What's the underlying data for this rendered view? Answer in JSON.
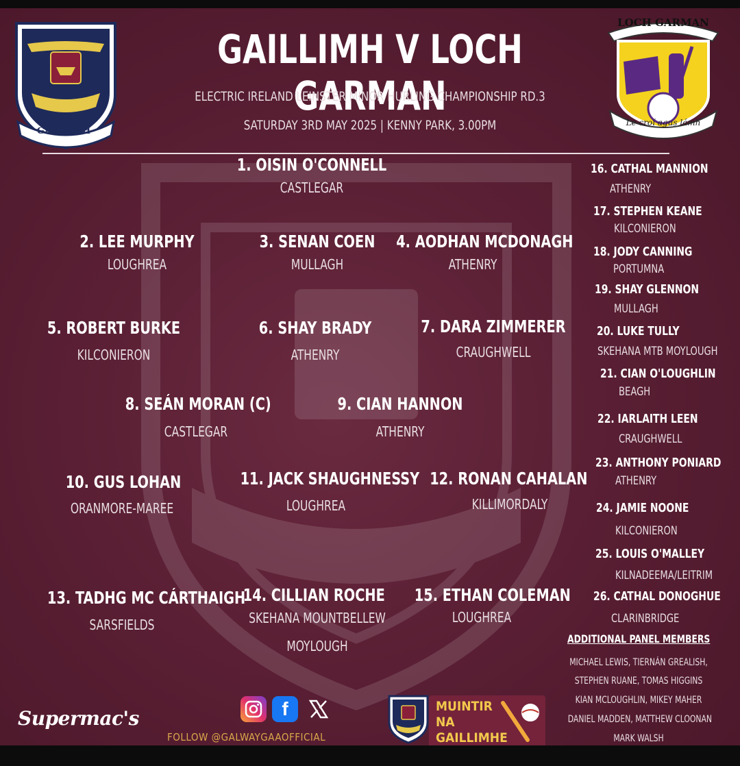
{
  "header": {
    "title": "GAILLIMH V LOCH GARMAN",
    "competition": "ELECTRIC IRELAND LEINSTER MINOR HURLING CHAMPIONSHIP RD.3",
    "fixture": "SATURDAY 3RD MAY 2025 | KENNY PARK, 3.00PM"
  },
  "crests": {
    "galway_text": "GAILLIMH",
    "galway_gaa": "GAA",
    "wexford_top": "LOCH GARMAN",
    "wexford_motto": "Le croí agus lámh"
  },
  "starting_team": [
    {
      "name": "1. OISIN O'CONNELL",
      "club": "CASTLEGAR"
    },
    {
      "name": "2. LEE MURPHY",
      "club": "LOUGHREA"
    },
    {
      "name": "3. SENAN COEN",
      "club": "MULLAGH"
    },
    {
      "name": "4. AODHAN MCDONAGH",
      "club": "ATHENRY"
    },
    {
      "name": "5. ROBERT BURKE",
      "club": "KILCONIERON"
    },
    {
      "name": "6. SHAY BRADY",
      "club": "ATHENRY"
    },
    {
      "name": "7. DARA ZIMMERER",
      "club": "CRAUGHWELL"
    },
    {
      "name": "8. SEÁN MORAN (C)",
      "club": "CASTLEGAR"
    },
    {
      "name": "9. CIAN HANNON",
      "club": "ATHENRY"
    },
    {
      "name": "10. GUS LOHAN",
      "club": "ORANMORE-MAREE"
    },
    {
      "name": "11. JACK SHAUGHNESSY",
      "club": "LOUGHREA"
    },
    {
      "name": "12. RONAN CAHALAN",
      "club": "KILLIMORDALY"
    },
    {
      "name": "13. TADHG MC CÁRTHAIGH",
      "club": "SARSFIELDS"
    },
    {
      "name": "14. CILLIAN ROCHE",
      "club": "SKEHANA MOUNTBELLEW",
      "club2": "MOYLOUGH"
    },
    {
      "name": "15. ETHAN COLEMAN",
      "club": "LOUGHREA"
    }
  ],
  "substitutes": [
    {
      "name": "16. CATHAL MANNION",
      "club": "ATHENRY"
    },
    {
      "name": "17. STEPHEN KEANE",
      "club": "KILCONIERON"
    },
    {
      "name": "18. JODY CANNING",
      "club": "PORTUMNA"
    },
    {
      "name": "19. SHAY GLENNON",
      "club": "MULLAGH"
    },
    {
      "name": "20. LUKE TULLY",
      "club": "SKEHANA MTB MOYLOUGH"
    },
    {
      "name": "21. CIAN O'LOUGHLIN",
      "club": "BEAGH"
    },
    {
      "name": "22. IARLAITH LEEN",
      "club": "CRAUGHWELL"
    },
    {
      "name": "23. ANTHONY PONIARD",
      "club": "ATHENRY"
    },
    {
      "name": "24. JAMIE NOONE",
      "club": "KILCONIERON"
    },
    {
      "name": "25. LOUIS O'MALLEY",
      "club": "KILNADEEMA/LEITRIM"
    },
    {
      "name": "26. CATHAL DONOGHUE",
      "club": "CLARINBRIDGE"
    }
  ],
  "additional_panel": {
    "heading": "ADDITIONAL PANEL MEMBERS",
    "lines": [
      "MICHAEL LEWIS, TIERNÁN GREALISH,",
      "STEPHEN RUANE, TOMAS HIGGINS",
      "KIAN MCLOUGHLIN, MIKEY MAHER",
      "DANIEL MADDEN, MATTHEW CLOONAN",
      "MARK WALSH"
    ]
  },
  "footer": {
    "sponsor": "Supermac's",
    "follow": "FOLLOW @GALWAYGAAOFFICIAL",
    "muintir": [
      "MUINTIR",
      "NA",
      "GAILLIMHE"
    ]
  },
  "colors": {
    "background": "#5a1f33",
    "galway_maroon": "#7a1f3d",
    "gold": "#d9a84a",
    "wexford_yellow": "#f4d21e",
    "wexford_purple": "#5a2a82"
  },
  "icons": [
    "instagram-icon",
    "facebook-icon",
    "x-icon"
  ]
}
